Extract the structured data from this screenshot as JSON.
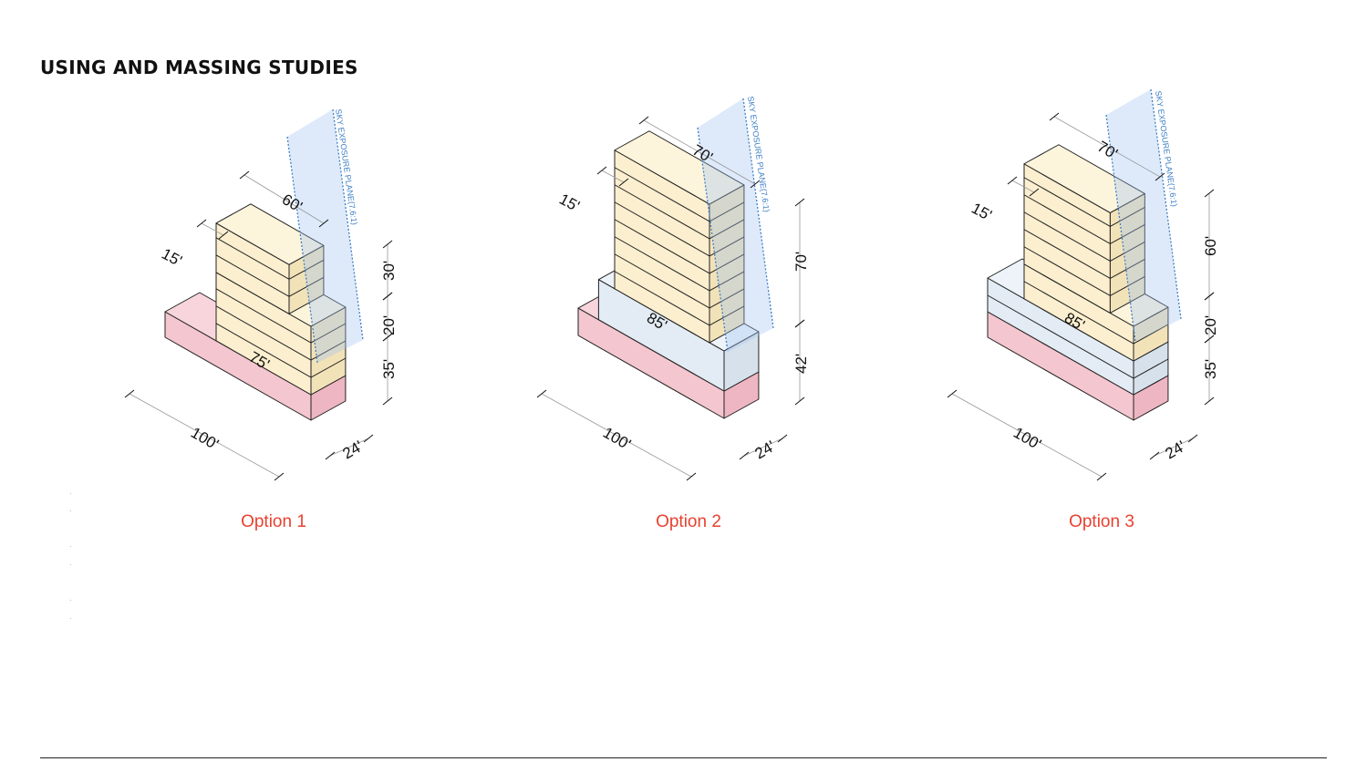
{
  "title": "USING AND MASSING STUDIES",
  "sky_plane_label": "SKY EXPOSURE PLANE(7.6:1)",
  "colors": {
    "option_label": "#e8412f",
    "sky_plane": "#3d7fc4",
    "commercial": "#f4c6cf",
    "residential": "#fcefcf",
    "community": "#e3ecf4"
  },
  "options": [
    {
      "label": "Option 1",
      "dims": {
        "top": "60'",
        "setback": "15'",
        "mid": "75'",
        "length": "100'",
        "depth": "24'",
        "heights": [
          "30'",
          "20'",
          "35'"
        ]
      }
    },
    {
      "label": "Option 2",
      "dims": {
        "top": "70'",
        "setback": "15'",
        "mid": "85'",
        "length": "100'",
        "depth": "24'",
        "heights": [
          "70'",
          "42'"
        ]
      }
    },
    {
      "label": "Option 3",
      "dims": {
        "top": "70'",
        "setback": "15'",
        "mid": "85'",
        "length": "100'",
        "depth": "24'",
        "heights": [
          "60'",
          "20'",
          "35'"
        ]
      }
    }
  ]
}
